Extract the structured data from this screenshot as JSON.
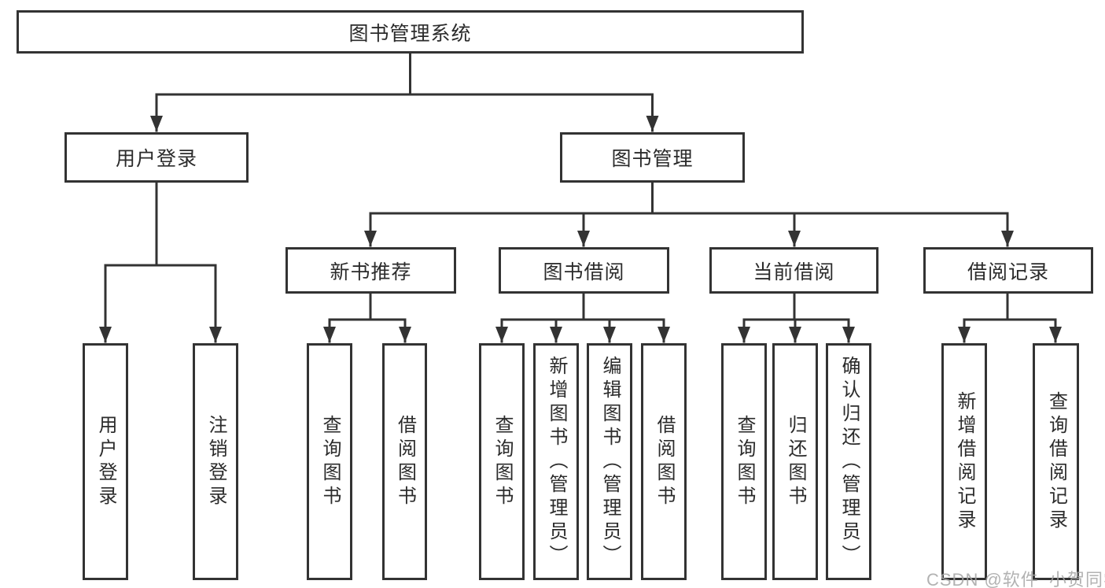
{
  "tree": {
    "root": {
      "label": "图书管理系统"
    },
    "branches": [
      {
        "label": "用户登录",
        "children": [
          {
            "label": "用户登录"
          },
          {
            "label": "注销登录"
          }
        ]
      },
      {
        "label": "图书管理",
        "children": [
          {
            "label": "新书推荐",
            "children": [
              {
                "label": "查询图书"
              },
              {
                "label": "借阅图书"
              }
            ]
          },
          {
            "label": "图书借阅",
            "children": [
              {
                "label": "查询图书"
              },
              {
                "label": "新增图书（管理员）"
              },
              {
                "label": "编辑图书（管理员）"
              },
              {
                "label": "借阅图书"
              }
            ]
          },
          {
            "label": "当前借阅",
            "children": [
              {
                "label": "查询图书"
              },
              {
                "label": "归还图书"
              },
              {
                "label": "确认归还（管理员）"
              }
            ]
          },
          {
            "label": "借阅记录",
            "children": [
              {
                "label": "新增借阅记录"
              },
              {
                "label": "查询借阅记录"
              }
            ]
          }
        ]
      }
    ]
  },
  "watermark": {
    "text": "CSDN @软件_小贺同学"
  },
  "colors": {
    "line": "#333333",
    "text": "#2b2b2b",
    "watermark": "#a5a5a5",
    "background": "#ffffff"
  }
}
